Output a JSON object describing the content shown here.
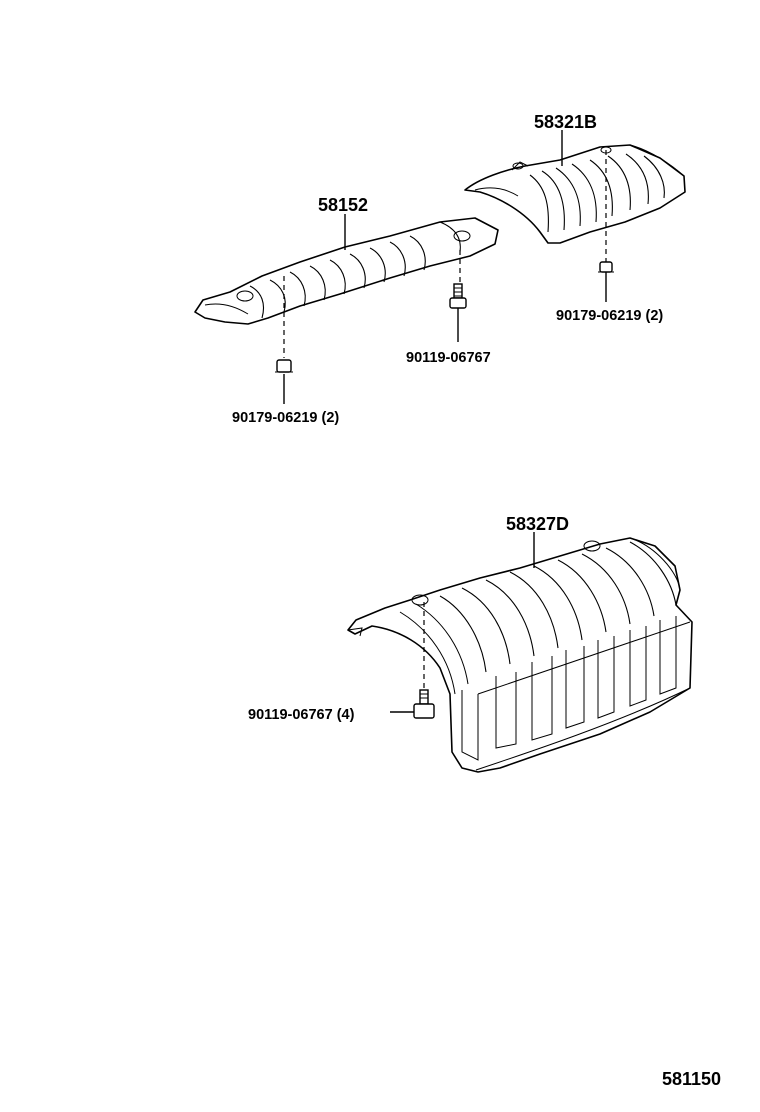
{
  "parts": {
    "upper_right_cover": {
      "number": "58321B"
    },
    "middle_cover": {
      "number": "58152"
    },
    "lower_cover": {
      "number": "58327D"
    }
  },
  "fasteners": {
    "nut_right": {
      "number": "90179-06219",
      "qty": "(2)"
    },
    "bolt_middle": {
      "number": "90119-06767"
    },
    "nut_left": {
      "number": "90179-06219",
      "qty": "(2)"
    },
    "bolt_lower": {
      "number": "90119-06767",
      "qty": "(4)"
    }
  },
  "figure_id": "581150"
}
